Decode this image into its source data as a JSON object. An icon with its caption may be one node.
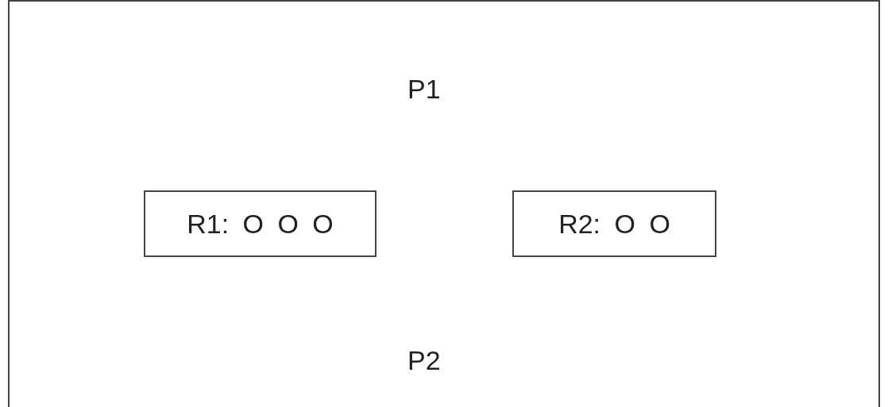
{
  "diagram": {
    "nodes": [
      {
        "text": [
          "R1: O O O"
        ]
      },
      {
        "text": [
          "R2: O O"
        ]
      }
    ],
    "edges": [],
    "labels": [
      "P1",
      "P2"
    ]
  }
}
